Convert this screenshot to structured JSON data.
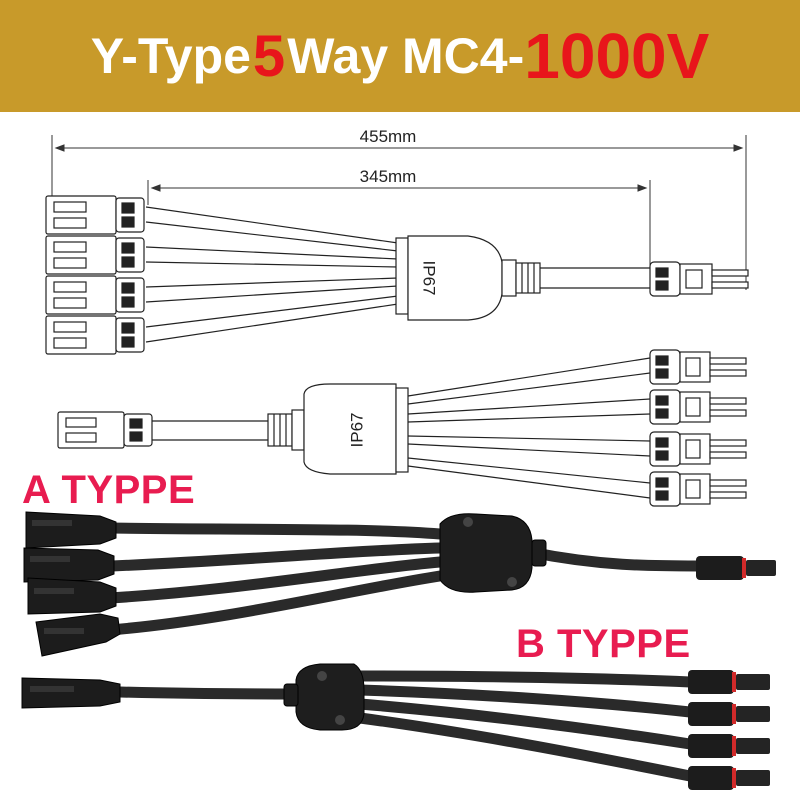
{
  "header": {
    "title_part1": "Y-Type ",
    "title_number": "5",
    "title_part2": " Way MC4-",
    "title_voltage": "1000V"
  },
  "diagram": {
    "dimension_total": "455mm",
    "dimension_branch": "345mm",
    "hub_marking": "IP67"
  },
  "labels": {
    "type_a": "A TYPPE",
    "type_b": "B TYPPE"
  },
  "colors": {
    "banner": "#c89a2a",
    "accent_red": "#e8151b",
    "label_pink": "#e81c50"
  }
}
